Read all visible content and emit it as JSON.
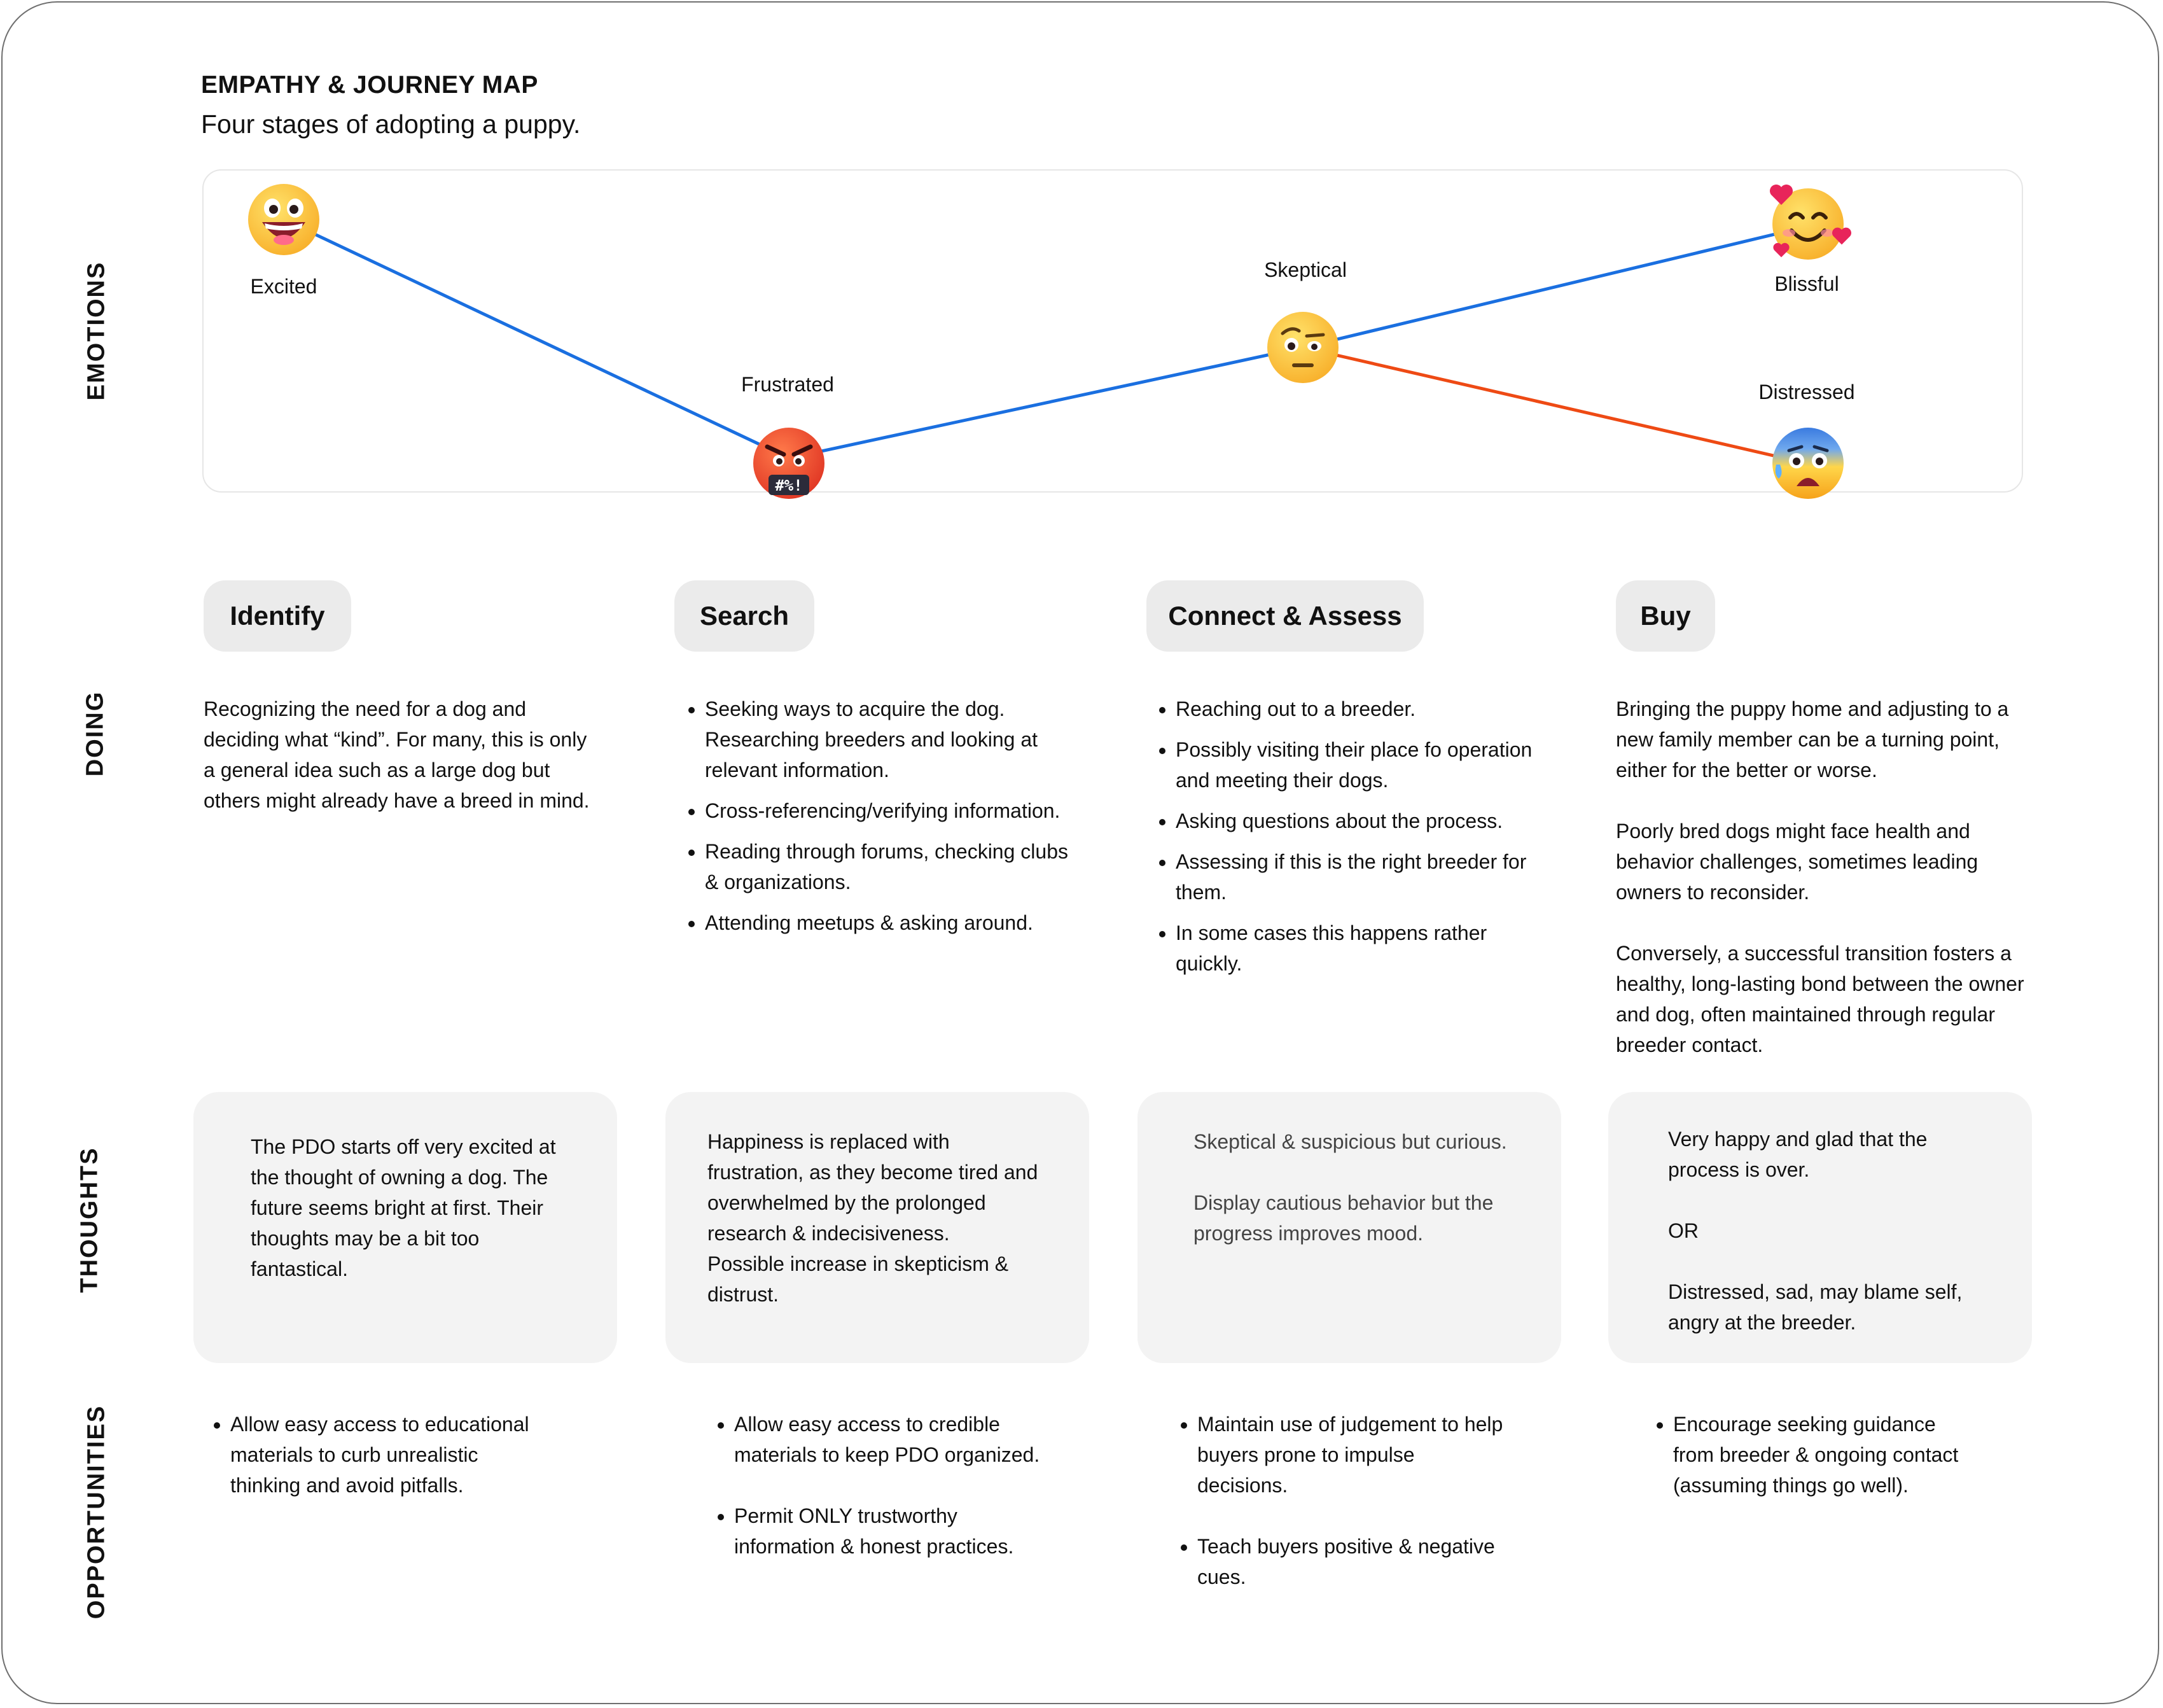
{
  "header": {
    "title": "EMPATHY & JOURNEY MAP",
    "subtitle": "Four stages of adopting a puppy."
  },
  "row_labels": {
    "emotions": "EMOTIONS",
    "doing": "DOING",
    "thoughts": "THOUGHTS",
    "opportunities": "OPPORTUNITIES"
  },
  "emotions": [
    {
      "label": "Excited",
      "icon": "grinning-face-icon"
    },
    {
      "label": "Frustrated",
      "icon": "cursing-face-icon"
    },
    {
      "label": "Skeptical",
      "icon": "raised-eyebrow-face-icon"
    },
    {
      "label": "Blissful",
      "icon": "smiling-face-with-hearts-icon"
    },
    {
      "label": "Distressed",
      "icon": "anxious-face-with-sweat-icon"
    }
  ],
  "emotion_line_colors": {
    "positive_path": "#1a6fe0",
    "negative_path": "#ee4a14"
  },
  "stages": [
    {
      "name": "Identify",
      "doing_paragraphs": [
        "Recognizing the need for a dog and deciding what “kind”. For many, this is only a general idea such as a large dog but others might already have a breed in mind."
      ],
      "thoughts": [
        "The PDO starts off very excited at the thought of owning a dog. The future seems bright at first. Their thoughts may be a bit too fantastical."
      ],
      "opportunities": [
        "Allow easy access to educational materials to curb unrealistic thinking and avoid pitfalls."
      ]
    },
    {
      "name": "Search",
      "doing_bullets": [
        "Seeking ways to acquire the dog. Researching breeders and looking at relevant information.",
        "Cross-referencing/verifying information.",
        "Reading through forums, checking clubs & organizations.",
        "Attending meetups & asking around."
      ],
      "thoughts": [
        "Happiness is replaced with frustration, as they become tired and overwhelmed by the prolonged research & indecisiveness.\nPossible  increase in skepticism & distrust."
      ],
      "opportunities": [
        "Allow easy access to credible materials to keep PDO organized.",
        "Permit ONLY trustworthy information & honest practices."
      ]
    },
    {
      "name": "Connect & Assess",
      "doing_bullets": [
        "Reaching out to a breeder.",
        "Possibly visiting their place fo operation and meeting their dogs.",
        "Asking questions about the process.",
        "Assessing if this is the right breeder for them.",
        "In some cases this happens rather quickly."
      ],
      "thoughts": [
        "Skeptical & suspicious but curious.",
        "Display cautious behavior but the progress improves mood."
      ],
      "opportunities": [
        "Maintain use of judgement to help buyers prone to impulse decisions.",
        "Teach buyers positive & negative cues."
      ]
    },
    {
      "name": "Buy",
      "doing_paragraphs": [
        "Bringing the puppy home and adjusting to a new family member can be a turning point, either for the better or worse.",
        "Poorly bred dogs might face health and behavior challenges, sometimes leading owners to reconsider.",
        "Conversely, a successful transition fosters a healthy, long-lasting bond between the owner and dog, often maintained through regular breeder contact."
      ],
      "thoughts": [
        "Very happy and glad that the process is over.",
        "OR",
        "Distressed, sad, may blame self, angry at the breeder."
      ],
      "opportunities": [
        "Encourage seeking guidance from breeder & ongoing contact (assuming things go well)."
      ]
    }
  ]
}
